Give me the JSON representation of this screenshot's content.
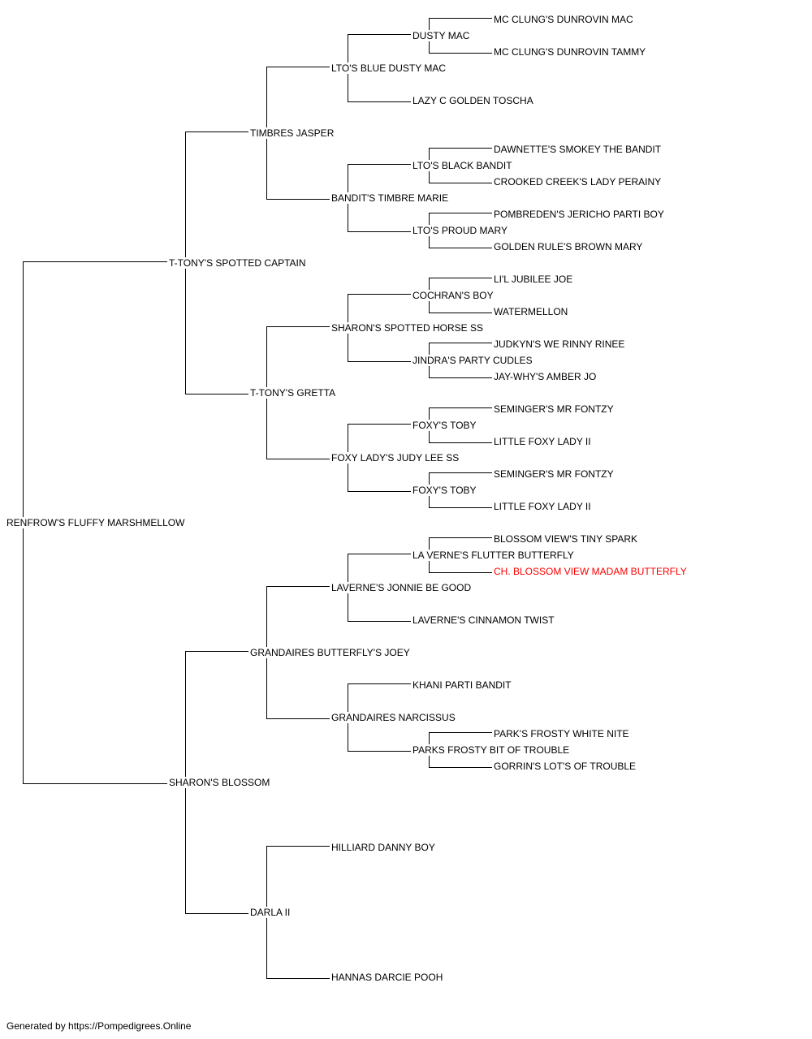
{
  "colors": {
    "line": "#000000",
    "text": "#000000",
    "highlight": "#ff0000"
  },
  "root": "RENFROW'S FLUFFY MARSHMELLOW",
  "sire": "T-TONY'S SPOTTED CAPTAIN",
  "dam": "SHARON'S BLOSSOM",
  "sire_sire": "TIMBRES JASPER",
  "sire_dam": "T-TONY'S GRETTA",
  "dam_sire": "GRANDAIRES BUTTERFLY'S JOEY",
  "dam_dam": "DARLA II",
  "g3": {
    "s_s_s": "LTO'S BLUE DUSTY MAC",
    "s_s_d": "BANDIT'S TIMBRE MARIE",
    "s_d_s": "SHARON'S SPOTTED HORSE SS",
    "s_d_d": "FOXY LADY'S JUDY LEE SS",
    "d_s_s": "LAVERNE'S JONNIE BE GOOD",
    "d_s_d": "GRANDAIRES NARCISSUS",
    "d_d_s": "HILLIARD DANNY BOY",
    "d_d_d": "HANNAS DARCIE POOH"
  },
  "g4": {
    "n1": "DUSTY MAC",
    "n2": "LAZY C GOLDEN TOSCHA",
    "n3": "LTO'S BLACK BANDIT",
    "n4": "LTO'S PROUD MARY",
    "n5": "COCHRAN'S BOY",
    "n6": "JINDRA'S PARTY CUDLES",
    "n7": "FOXY'S TOBY",
    "n8": "FOXY'S TOBY",
    "n9": "LA VERNE'S FLUTTER BUTTERFLY",
    "n10": "LAVERNE'S CINNAMON TWIST",
    "n11": "KHANI PARTI BANDIT",
    "n12": "PARKS FROSTY BIT OF TROUBLE"
  },
  "g5": {
    "m1": "MC CLUNG'S DUNROVIN MAC",
    "m2": "MC CLUNG'S DUNROVIN TAMMY",
    "m3": "DAWNETTE'S SMOKEY THE BANDIT",
    "m4": "CROOKED CREEK'S LADY PERAINY",
    "m5": "POMBREDEN'S JERICHO PARTI BOY",
    "m6": "GOLDEN RULE'S BROWN MARY",
    "m7": "LI'L JUBILEE JOE",
    "m8": "WATERMELLON",
    "m9": "JUDKYN'S WE RINNY RINEE",
    "m10": "JAY-WHY'S AMBER JO",
    "m11": "SEMINGER'S MR FONTZY",
    "m12": "LITTLE FOXY LADY II",
    "m13": "SEMINGER'S MR FONTZY",
    "m14": "LITTLE FOXY LADY II",
    "m15": "BLOSSOM VIEW'S TINY SPARK",
    "m16": "CH. BLOSSOM VIEW MADAM BUTTERFLY",
    "m17": "PARK'S FROSTY WHITE NITE",
    "m18": "GORRIN'S LOT'S OF TROUBLE"
  },
  "footer": "Generated by https://Pompedigrees.Online"
}
